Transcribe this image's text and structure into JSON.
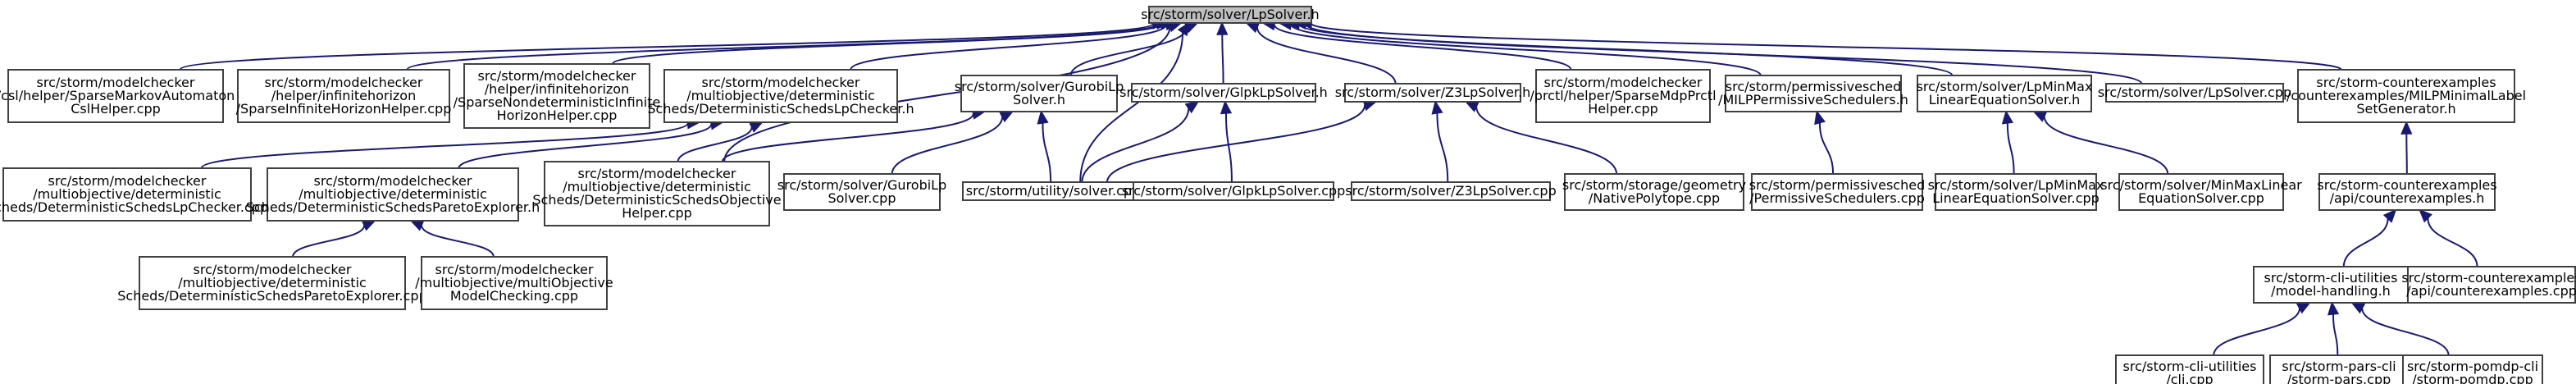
{
  "colors": {
    "edge": "#191970",
    "node_border": "#404040",
    "root_fill": "#bfbfbf",
    "node_fill": "#ffffff"
  },
  "nodes": [
    {
      "id": "root",
      "lines": [
        "src/storm/solver/LpSolver.h"
      ]
    },
    {
      "id": "n_markov",
      "lines": [
        "src/storm/modelchecker",
        "/csl/helper/SparseMarkovAutomaton",
        "CslHelper.cpp"
      ]
    },
    {
      "id": "n_infhor",
      "lines": [
        "src/storm/modelchecker",
        "/helper/infinitehorizon",
        "/SparseInfiniteHorizonHelper.cpp"
      ]
    },
    {
      "id": "n_nondet",
      "lines": [
        "src/storm/modelchecker",
        "/helper/infinitehorizon",
        "/SparseNondeterministicInfinite",
        "HorizonHelper.cpp"
      ]
    },
    {
      "id": "n_lpchecker_h",
      "lines": [
        "src/storm/modelchecker",
        "/multiobjective/deterministic",
        "Scheds/DeterministicSchedsLpChecker.h"
      ]
    },
    {
      "id": "n_gurobi_h",
      "lines": [
        "src/storm/solver/GurobiLp",
        "Solver.h"
      ]
    },
    {
      "id": "n_glpk_h",
      "lines": [
        "src/storm/solver/GlpkLpSolver.h"
      ]
    },
    {
      "id": "n_z3_h",
      "lines": [
        "src/storm/solver/Z3LpSolver.h"
      ]
    },
    {
      "id": "n_mdpprctl",
      "lines": [
        "src/storm/modelchecker",
        "/prctl/helper/SparseMdpPrctl",
        "Helper.cpp"
      ]
    },
    {
      "id": "n_milpperm_h",
      "lines": [
        "src/storm/permissivesched",
        "/MILPPermissiveSchedulers.h"
      ]
    },
    {
      "id": "n_lpminmax_h",
      "lines": [
        "src/storm/solver/LpMinMax",
        "LinearEquationSolver.h"
      ]
    },
    {
      "id": "n_lpsolver_cpp",
      "lines": [
        "src/storm/solver/LpSolver.cpp"
      ]
    },
    {
      "id": "n_milpminimal_h",
      "lines": [
        "src/storm-counterexamples",
        "/counterexamples/MILPMinimalLabel",
        "SetGenerator.h"
      ]
    },
    {
      "id": "n_lpchecker_cpp",
      "lines": [
        "src/storm/modelchecker",
        "/multiobjective/deterministic",
        "Scheds/DeterministicSchedsLpChecker.cpp"
      ]
    },
    {
      "id": "n_pareto_h",
      "lines": [
        "src/storm/modelchecker",
        "/multiobjective/deterministic",
        "Scheds/DeterministicSchedsParetoExplorer.h"
      ]
    },
    {
      "id": "n_objhelper_cpp",
      "lines": [
        "src/storm/modelchecker",
        "/multiobjective/deterministic",
        "Scheds/DeterministicSchedsObjective",
        "Helper.cpp"
      ]
    },
    {
      "id": "n_gurobi_cpp",
      "lines": [
        "src/storm/solver/GurobiLp",
        "Solver.cpp"
      ]
    },
    {
      "id": "n_utilsolver_cpp",
      "lines": [
        "src/storm/utility/solver.cpp"
      ]
    },
    {
      "id": "n_glpk_cpp",
      "lines": [
        "src/storm/solver/GlpkLpSolver.cpp"
      ]
    },
    {
      "id": "n_z3_cpp",
      "lines": [
        "src/storm/solver/Z3LpSolver.cpp"
      ]
    },
    {
      "id": "n_nativepoly_cpp",
      "lines": [
        "src/storm/storage/geometry",
        "/NativePolytope.cpp"
      ]
    },
    {
      "id": "n_permsched_cpp",
      "lines": [
        "src/storm/permissivesched",
        "/PermissiveSchedulers.cpp"
      ]
    },
    {
      "id": "n_lpminmax_cpp",
      "lines": [
        "src/storm/solver/LpMinMax",
        "LinearEquationSolver.cpp"
      ]
    },
    {
      "id": "n_minmax_cpp",
      "lines": [
        "src/storm/solver/MinMaxLinear",
        "EquationSolver.cpp"
      ]
    },
    {
      "id": "n_ce_h",
      "lines": [
        "src/storm-counterexamples",
        "/api/counterexamples.h"
      ]
    },
    {
      "id": "n_pareto_cpp",
      "lines": [
        "src/storm/modelchecker",
        "/multiobjective/deterministic",
        "Scheds/DeterministicSchedsParetoExplorer.cpp"
      ]
    },
    {
      "id": "n_multiobj_cpp",
      "lines": [
        "src/storm/modelchecker",
        "/multiobjective/multiObjective",
        "ModelChecking.cpp"
      ]
    },
    {
      "id": "n_modelhandling_h",
      "lines": [
        "src/storm-cli-utilities",
        "/model-handling.h"
      ]
    },
    {
      "id": "n_ce_cpp",
      "lines": [
        "src/storm-counterexamples",
        "/api/counterexamples.cpp"
      ]
    },
    {
      "id": "n_cli_cpp",
      "lines": [
        "src/storm-cli-utilities",
        "/cli.cpp"
      ]
    },
    {
      "id": "n_pars_cpp",
      "lines": [
        "src/storm-pars-cli",
        "/storm-pars.cpp"
      ]
    },
    {
      "id": "n_pomdp_cpp",
      "lines": [
        "src/storm-pomdp-cli",
        "/storm-pomdp.cpp"
      ]
    }
  ],
  "edges": [
    [
      "n_markov",
      "root"
    ],
    [
      "n_infhor",
      "root"
    ],
    [
      "n_nondet",
      "root"
    ],
    [
      "n_lpchecker_h",
      "root"
    ],
    [
      "n_gurobi_h",
      "root"
    ],
    [
      "n_glpk_h",
      "root"
    ],
    [
      "n_z3_h",
      "root"
    ],
    [
      "n_mdpprctl",
      "root"
    ],
    [
      "n_milpperm_h",
      "root"
    ],
    [
      "n_lpminmax_h",
      "root"
    ],
    [
      "n_lpsolver_cpp",
      "root"
    ],
    [
      "n_milpminimal_h",
      "root"
    ],
    [
      "n_utilsolver_cpp",
      "root"
    ],
    [
      "n_objhelper_cpp",
      "root"
    ],
    [
      "n_lpchecker_cpp",
      "n_lpchecker_h"
    ],
    [
      "n_pareto_h",
      "n_lpchecker_h"
    ],
    [
      "n_objhelper_cpp",
      "n_lpchecker_h"
    ],
    [
      "n_objhelper_cpp",
      "n_gurobi_h"
    ],
    [
      "n_gurobi_cpp",
      "n_gurobi_h"
    ],
    [
      "n_utilsolver_cpp",
      "n_gurobi_h"
    ],
    [
      "n_utilsolver_cpp",
      "n_glpk_h"
    ],
    [
      "n_glpk_cpp",
      "n_glpk_h"
    ],
    [
      "n_utilsolver_cpp",
      "n_z3_h"
    ],
    [
      "n_z3_cpp",
      "n_z3_h"
    ],
    [
      "n_nativepoly_cpp",
      "n_z3_h"
    ],
    [
      "n_permsched_cpp",
      "n_milpperm_h"
    ],
    [
      "n_lpminmax_cpp",
      "n_lpminmax_h"
    ],
    [
      "n_minmax_cpp",
      "n_lpminmax_h"
    ],
    [
      "n_ce_h",
      "n_milpminimal_h"
    ],
    [
      "n_pareto_cpp",
      "n_pareto_h"
    ],
    [
      "n_multiobj_cpp",
      "n_pareto_h"
    ],
    [
      "n_modelhandling_h",
      "n_ce_h"
    ],
    [
      "n_ce_cpp",
      "n_ce_h"
    ],
    [
      "n_cli_cpp",
      "n_modelhandling_h"
    ],
    [
      "n_pars_cpp",
      "n_modelhandling_h"
    ],
    [
      "n_pomdp_cpp",
      "n_modelhandling_h"
    ]
  ]
}
